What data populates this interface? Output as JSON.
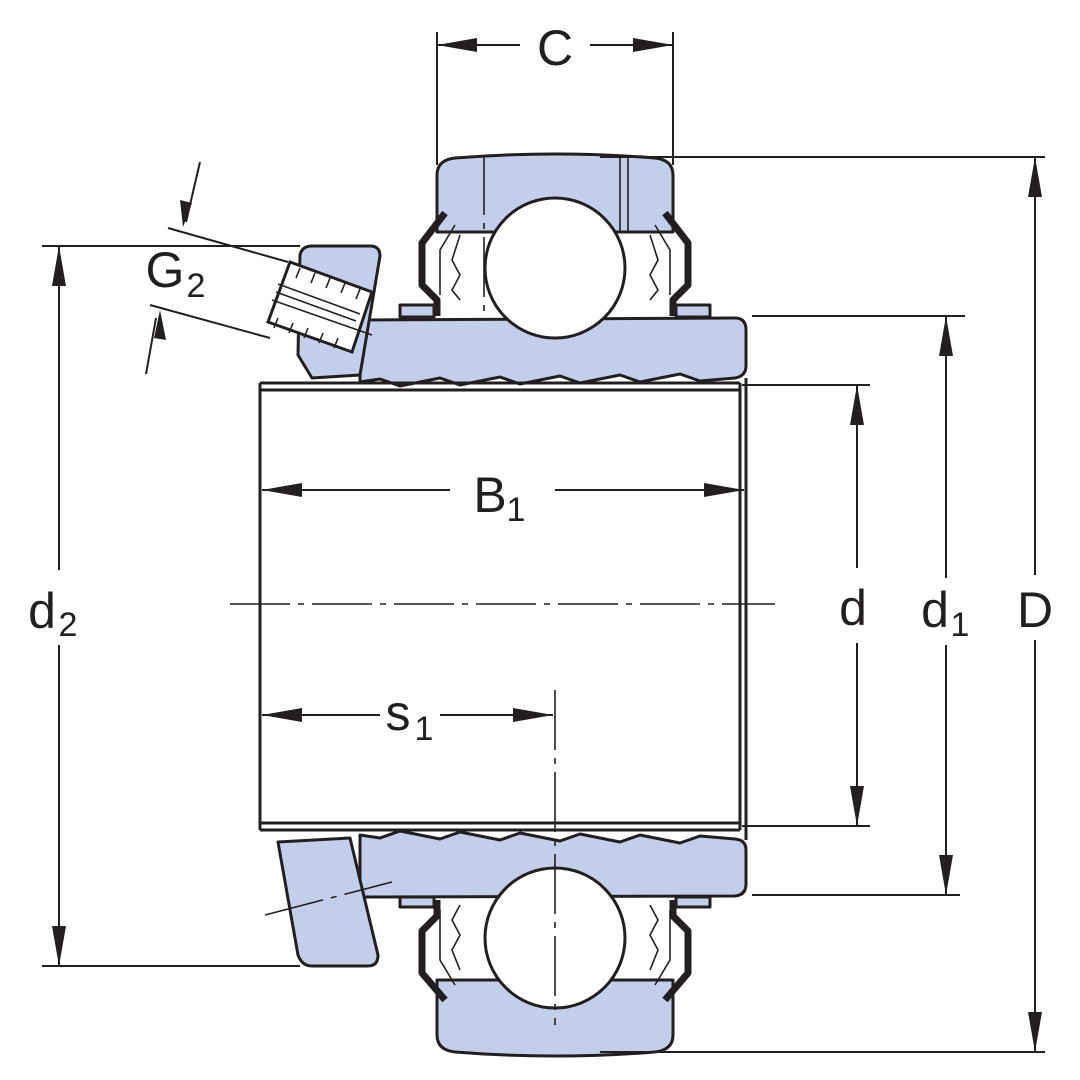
{
  "labels": {
    "C": {
      "main": "C",
      "sub": ""
    },
    "G2": {
      "main": "G",
      "sub": "2"
    },
    "B1": {
      "main": "B",
      "sub": "1"
    },
    "d": {
      "main": "d",
      "sub": ""
    },
    "d1": {
      "main": "d",
      "sub": "1"
    },
    "D": {
      "main": "D",
      "sub": ""
    },
    "d2": {
      "main": "d",
      "sub": "2"
    },
    "s1": {
      "main": "s",
      "sub": "1"
    }
  },
  "colors": {
    "part_fill": "#c3cfea",
    "line": "#231f20",
    "background": "#ffffff"
  }
}
